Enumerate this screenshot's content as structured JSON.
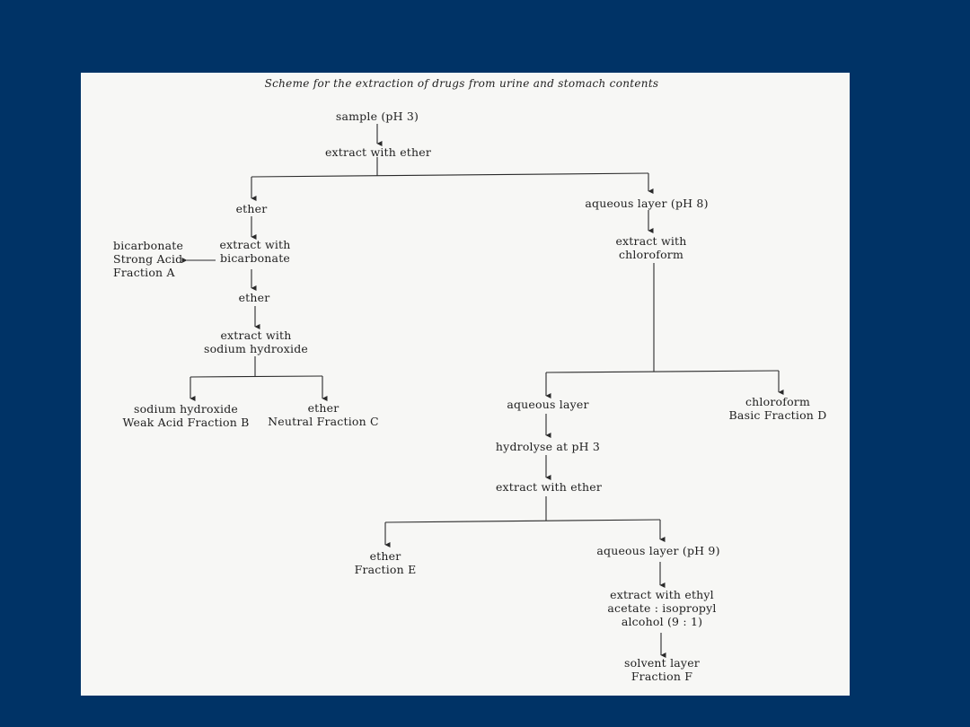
{
  "scheme": {
    "title": "Scheme for the extraction of drugs from urine and stomach contents",
    "nodes": {
      "sample": "sample (pH 3)",
      "extract_ether_1": "extract with ether",
      "ether_1": "ether",
      "aqueous_ph8": "aqueous layer (pH 8)",
      "extract_bicarbonate": [
        "extract with",
        "bicarbonate"
      ],
      "fraction_a": [
        "bicarbonate",
        "Strong Acid",
        "Fraction A"
      ],
      "extract_chloroform": [
        "extract with",
        "chloroform"
      ],
      "ether_2": "ether",
      "extract_naoh": [
        "extract with",
        "sodium hydroxide"
      ],
      "fraction_b": [
        "sodium hydroxide",
        "Weak Acid Fraction B"
      ],
      "fraction_c": [
        "ether",
        "Neutral Fraction C"
      ],
      "aqueous_layer": "aqueous layer",
      "fraction_d": [
        "chloroform",
        "Basic Fraction D"
      ],
      "hydrolyse": "hydrolyse at pH 3",
      "extract_ether_2": "extract with ether",
      "fraction_e": [
        "ether",
        "Fraction E"
      ],
      "aqueous_ph9": "aqueous layer (pH 9)",
      "extract_ethyl": [
        "extract with ethyl",
        "acetate : isopropyl",
        "alcohol (9 : 1)"
      ],
      "fraction_f": [
        "solvent layer",
        "Fraction F"
      ]
    }
  }
}
